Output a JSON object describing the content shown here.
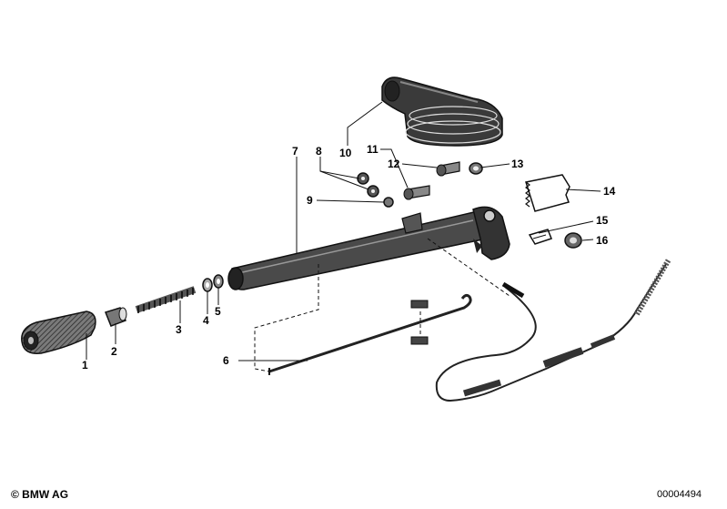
{
  "diagram": {
    "callouts": [
      "1",
      "2",
      "3",
      "4",
      "5",
      "6",
      "7",
      "8",
      "9",
      "10",
      "11",
      "12",
      "13",
      "14",
      "15",
      "16"
    ]
  },
  "footer": {
    "copyright": "© BMW AG",
    "diagram_number": "00004494"
  }
}
